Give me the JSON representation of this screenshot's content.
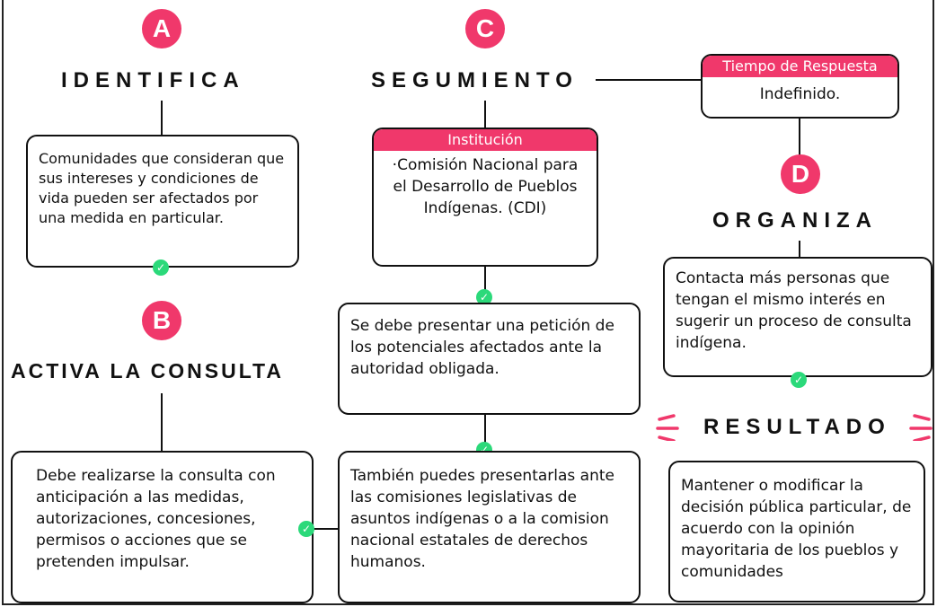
{
  "colors": {
    "accent": "#f0386b",
    "check": "#2bd97a",
    "line": "#111111"
  },
  "steps": {
    "a": {
      "letter": "A",
      "title": "IDENTIFICA",
      "text": "Comunidades que consideran que sus intereses y condiciones de vida pueden ser afectados por una medida en particular."
    },
    "b": {
      "letter": "B",
      "title": "ACTIVA LA CONSULTA",
      "text": "Debe realizarse la consulta con anticipación a las medidas, autorizaciones, concesiones, permisos o acciones que se pretenden impulsar."
    },
    "c": {
      "letter": "C",
      "title": "SEGUMIENTO",
      "institution_header": "Institución",
      "institution_text": "·Comisión Nacional para el Desarrollo de Pueblos Indígenas. (CDI)",
      "petition_text": "Se debe presentar una petición de los potenciales afectados ante la autoridad obligada.",
      "commissions_text": "También puedes presentarlas ante las comisiones legislativas de asuntos indígenas o a la comision nacional estatales de derechos humanos."
    },
    "response_time": {
      "header": "Tiempo de Respuesta",
      "value": "Indefinido."
    },
    "d": {
      "letter": "D",
      "title": "ORGANIZA",
      "text": "Contacta más personas que tengan el mismo interés en sugerir un proceso de consulta indígena."
    },
    "result": {
      "title": "RESULTADO",
      "text": "Mantener o modificar la decisión pública particular, de acuerdo con la opinión mayoritaria de los pueblos y comunidades"
    }
  }
}
